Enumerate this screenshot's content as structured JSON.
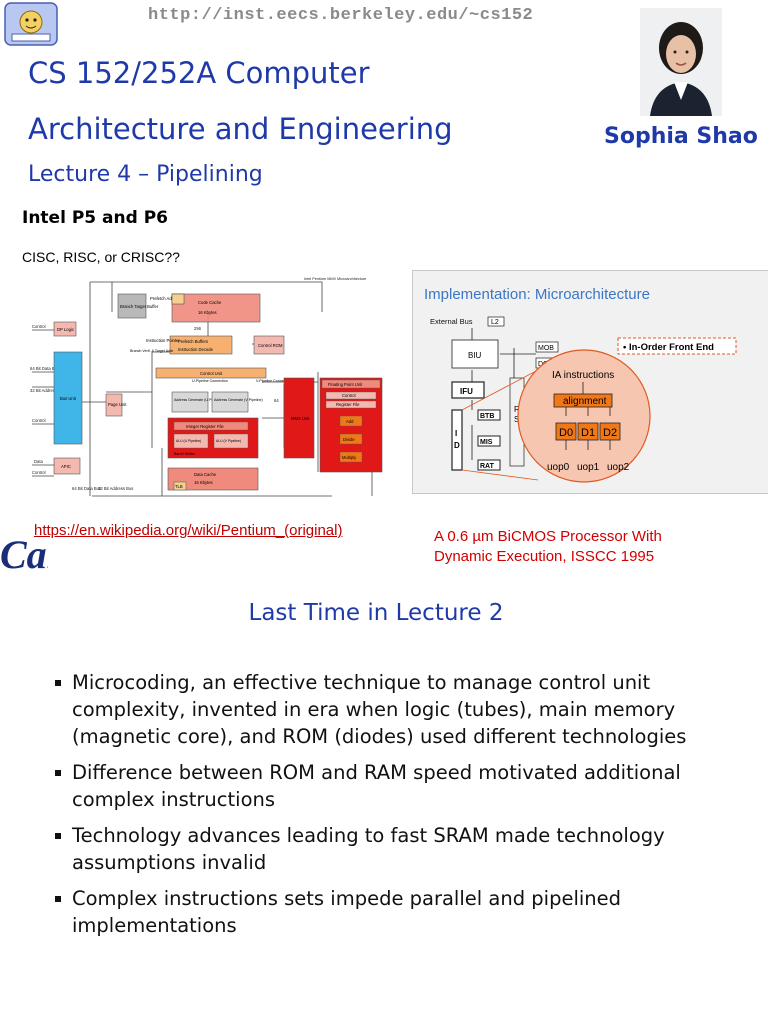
{
  "header": {
    "url": "http://inst.eecs.berkeley.edu/~cs152",
    "title_line1": "CS 152/252A Computer",
    "title_line2": "Architecture and Engineering",
    "lecture": "Lecture 4 – Pipelining",
    "instructor": "Sophia Shao"
  },
  "slide": {
    "subtitle": "Intel P5 and P6",
    "question": "CISC, RISC, or CRISC??",
    "wiki_link": "https://en.wikipedia.org/wiki/Pentium_(original)",
    "citation_line1": "A 0.6 µm BiCMOS Processor With",
    "citation_line2": "Dynamic Execution, ISSCC 1995",
    "section_title": "Last Time in Lecture 2",
    "bullets": [
      "Microcoding, an effective technique to manage control unit complexity, invented in era when logic (tubes), main memory (magnetic core), and ROM (diodes) used different technologies",
      "Difference between ROM and RAM speed motivated additional complex instructions",
      "Technology advances leading to fast SRAM made technology assumptions invalid",
      "Complex instructions sets impede parallel and pipelined implementations"
    ]
  },
  "p5_diagram": {
    "title": "Intel Pentium MMX Microarchitecture",
    "blocks": {
      "code_cache": "Code Cache",
      "code_cache_size": "16 Kbytes",
      "tlb_top": "TLB",
      "btb": "Branch Target Buffer",
      "prefetch_address": "Prefetch Address",
      "prefetch_buffers": "Prefetch Buffers",
      "instruction_decode": "Instruction Decode",
      "control_rom": "Control ROM",
      "instruction_pointer": "Instruction Pointer",
      "branch_verif": "Branch Verif. & Target Addr",
      "control_unit": "Control Unit",
      "bp_logic": "DP Logic",
      "bus_unit": "Bus Unit",
      "page_unit": "Page Unit",
      "apic": "APIC",
      "addr_gen_u": "Address Generate (U Pipeline)",
      "addr_gen_v": "Address Generate (V Pipeline)",
      "integer_regfile": "Integer Register File",
      "alu_u": "ALU (U Pipeline)",
      "alu_v": "ALU (V Pipeline)",
      "barrel_shifter": "Barrel Shifter",
      "data_cache": "Data Cache",
      "data_cache_size": "16 Kbytes",
      "tlb_bottom": "TLB",
      "mmx_unit": "MMX Unit",
      "fpu": "Floating Point Unit",
      "fpu_control": "Control",
      "fpu_regfile": "Register File",
      "fpu_add": "Add",
      "fpu_divide": "Divide",
      "fpu_multiply": "Multiply",
      "u_pipe_conn": "U-Pipeline Connection",
      "v_pipe_conn": "V-Pipeline Connection"
    },
    "labels": {
      "control_left": "Control",
      "data_bus_64": "64 Bit Data Bus",
      "addr_bus_32": "32 Bit Address Bus",
      "control_mid": "Control",
      "data": "Data",
      "control_bottom": "Control",
      "data_bus_bottom": "64 Bit Data Bus",
      "addr_bus_bottom": "32 Bit Address Bus",
      "bits_256": "256",
      "bits_64": "64",
      "bits_80": "80"
    }
  },
  "p6_diagram": {
    "title": "Implementation: Microarchitecture",
    "external_bus": "External Bus",
    "l2": "L2",
    "mob": "MOB",
    "dcu": "DCU",
    "biu": "BIU",
    "ifu": "IFU",
    "btb": "BTB",
    "mis": "MIS",
    "rat": "RAT",
    "id_i": "I",
    "id_d": "D",
    "r_partial": "R",
    "s_partial": "S",
    "front_end": "• In-Order Front End",
    "ia_instructions": "IA instructions",
    "alignment": "alignment",
    "decoders": [
      "D0",
      "D1",
      "D2"
    ],
    "uops": [
      "uop0",
      "uop1",
      "uop2"
    ]
  },
  "colors": {
    "title_blue": "#1f3aa8",
    "link_red": "#c00000",
    "citation_red": "#d00000",
    "decoder_orange": "#f07818",
    "bubble_fill": "#f7c6b0"
  }
}
